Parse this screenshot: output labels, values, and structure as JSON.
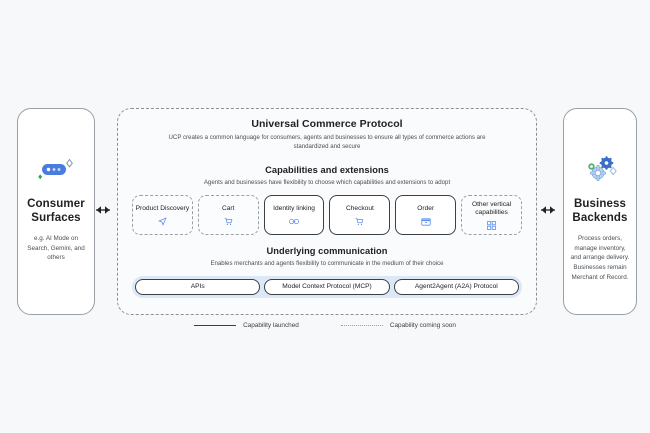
{
  "left_panel": {
    "icon": "chat-bubble-sparkle-icon",
    "title": "Consumer Surfaces",
    "title_line1": "Consumer",
    "title_line2": "Surfaces",
    "description": "e.g. AI Mode on Search, Gemini, and others"
  },
  "right_panel": {
    "icon": "gears-icon",
    "title": "Business Backends",
    "title_line1": "Business",
    "title_line2": "Backends",
    "description": "Process orders, manage inventory, and arrange delivery. Businesses remain Merchant of Record."
  },
  "connectors": {
    "left_arrow": "bidirectional-arrow",
    "right_arrow": "bidirectional-arrow",
    "glyph": "↔"
  },
  "ucp": {
    "title": "Universal Commerce Protocol",
    "subtitle": "UCP creates a common language for consumers, agents and businesses to ensure all types of commerce actions are standardized and secure"
  },
  "capabilities": {
    "title": "Capabilities and extensions",
    "subtitle": "Agents and businesses have flexibility to choose which capabilities and extensions to adopt",
    "cards": [
      {
        "label": "Product Discovery",
        "status": "soon",
        "icon": "navigation-arrow-icon"
      },
      {
        "label": "Cart",
        "status": "soon",
        "icon": "shopping-cart-icon"
      },
      {
        "label": "Identity linking",
        "status": "launched",
        "icon": "link-icon"
      },
      {
        "label": "Checkout",
        "status": "launched",
        "icon": "shopping-bag-icon"
      },
      {
        "label": "Order",
        "status": "launched",
        "icon": "package-box-icon"
      },
      {
        "label": "Other vertical capabilities",
        "status": "soon",
        "icon": "grid-apps-icon"
      }
    ]
  },
  "underlying": {
    "title": "Underlying communication",
    "subtitle": "Enables merchants and agents flexibility to communicate in the medium of their choice",
    "pills": [
      {
        "label": "APIs"
      },
      {
        "label": "Model Context Protocol (MCP)"
      },
      {
        "label": "Agent2Agent (A2A) Protocol"
      }
    ]
  },
  "legend": [
    {
      "label": "Capability launched",
      "style": "solid"
    },
    {
      "label": "Capability coming soon",
      "style": "dotted"
    }
  ],
  "colors": {
    "page_background": "#f7f8f9",
    "panel_background": "#ffffff",
    "ucp_background": "#fafbfc",
    "comm_band": "#dce8f5",
    "accent_blue": "#4285f4",
    "accent_green": "#34a853",
    "icon_blue": "#5b8def",
    "border_solid": "#3c4043",
    "border_dashed": "#9aa0a6",
    "text_primary": "#202124",
    "text_secondary": "#4a4f55"
  }
}
